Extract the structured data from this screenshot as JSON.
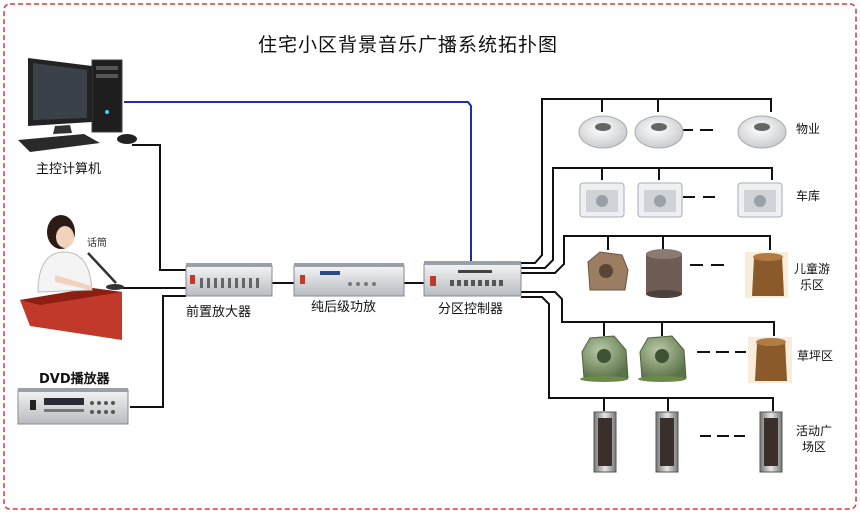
{
  "title": "住宅小区背景音乐广播系统拓扑图",
  "sources": {
    "computer_label": "主控计算机",
    "mic_caption": "话筒",
    "dvd_label": "DVD播放器"
  },
  "chain": {
    "preamp_label": "前置放大器",
    "power_amp_label": "纯后级功放",
    "zone_controller_label": "分区控制器"
  },
  "zones": [
    {
      "name": "物业",
      "speaker": "ceiling-speaker"
    },
    {
      "name": "车库",
      "speaker": "wall-speaker"
    },
    {
      "name_line1": "儿童游",
      "name_line2": "乐区",
      "speaker": "rock-and-stump-speaker"
    },
    {
      "name": "草坪区",
      "speaker": "rock-speaker"
    },
    {
      "name_line1": "活动广",
      "name_line2": "场区",
      "speaker": "column-speaker"
    }
  ],
  "colors": {
    "border": "#d63a3a",
    "wire": "#111111",
    "network_link": "#1a2fb0",
    "rack_panel": "#d7dadd"
  }
}
